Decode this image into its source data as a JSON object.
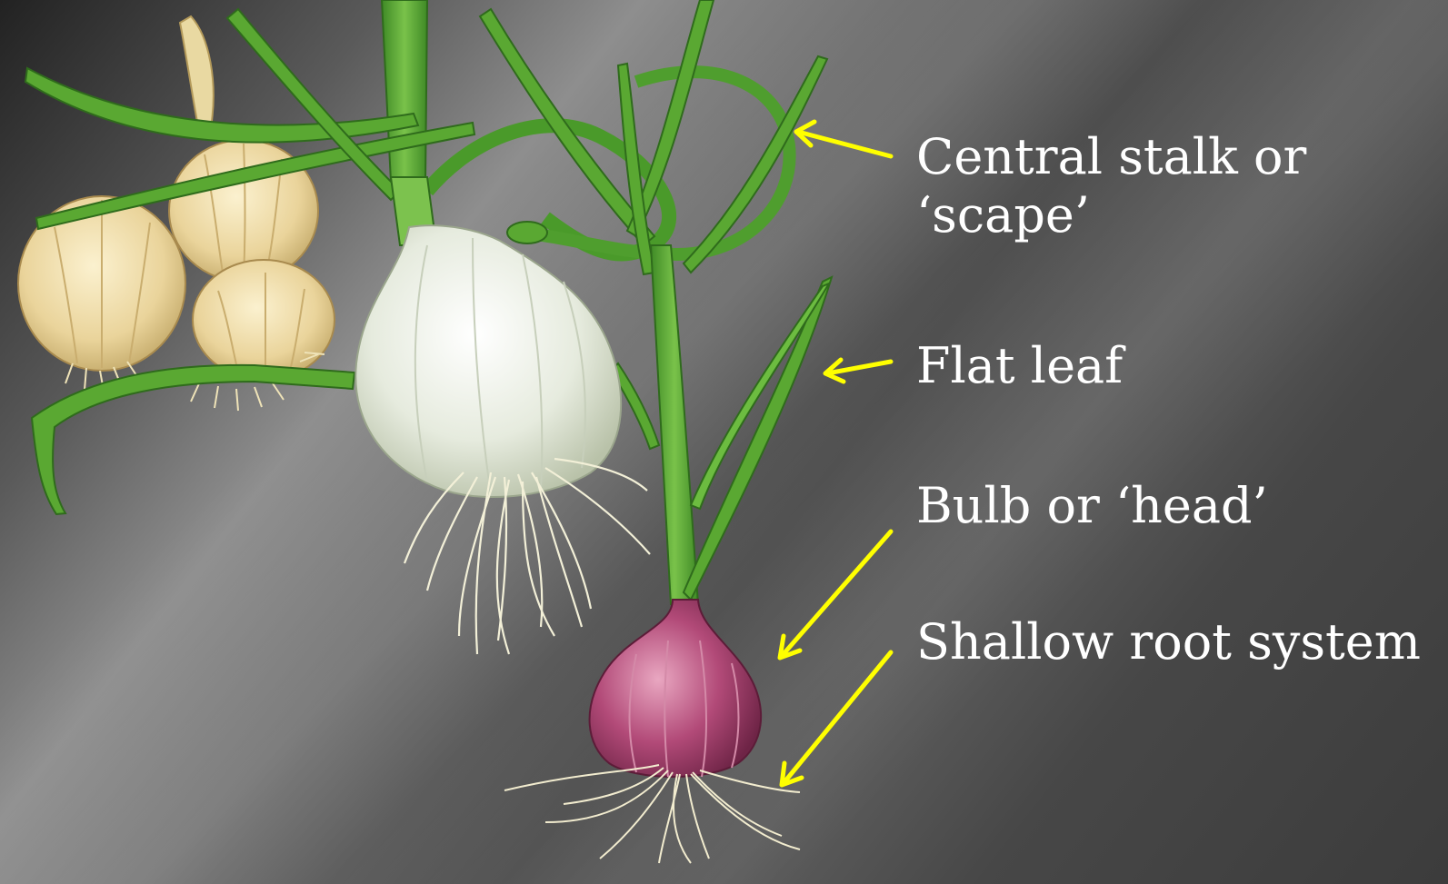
{
  "labels": {
    "scape_line1": "Central stalk or",
    "scape_line2": "‘scape’",
    "flat_leaf": "Flat leaf",
    "bulb": "Bulb or ‘head’",
    "roots": "Shallow root system"
  },
  "colors": {
    "arrow": "#ffff00",
    "label_text": "#ffffff",
    "leaf_green": "#5aa832",
    "bulb_white": "#e8ece0",
    "bulb_purple": "#a8406a",
    "bulb_yellow": "#e8d69a"
  }
}
